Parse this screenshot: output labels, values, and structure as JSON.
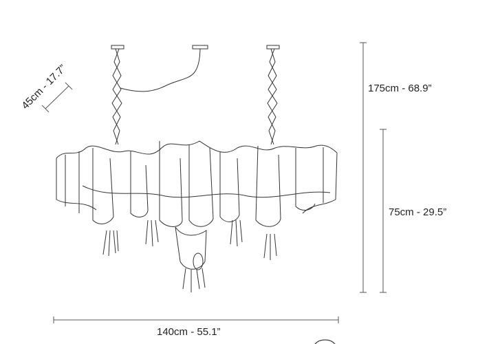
{
  "dimensions": {
    "total_height": "175cm - 68.9”",
    "body_height": "75cm - 29.5”",
    "width": "140cm - 55.1”",
    "depth": "45cm - 17.7”"
  },
  "colors": {
    "line": "#333333",
    "dimension": "#555555"
  }
}
